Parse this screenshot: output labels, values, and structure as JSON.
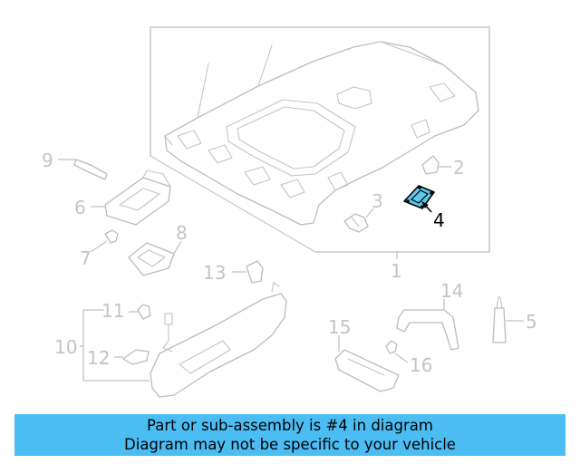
{
  "callouts": {
    "c1": "1",
    "c2": "2",
    "c3": "3",
    "c4": "4",
    "c5": "5",
    "c6": "6",
    "c7": "7",
    "c8": "8",
    "c9": "9",
    "c10": "10",
    "c11": "11",
    "c12": "12",
    "c13": "13",
    "c14": "14",
    "c15": "15",
    "c16": "16"
  },
  "highlighted_part": "4",
  "colors": {
    "highlight_fill": "#5ec8e8",
    "banner_background": "#4bbdf3",
    "line_art": "#bcbcbc"
  },
  "banner": {
    "line1": "Part or sub-assembly is #4 in diagram",
    "line2": "Diagram may not be specific to your vehicle"
  }
}
